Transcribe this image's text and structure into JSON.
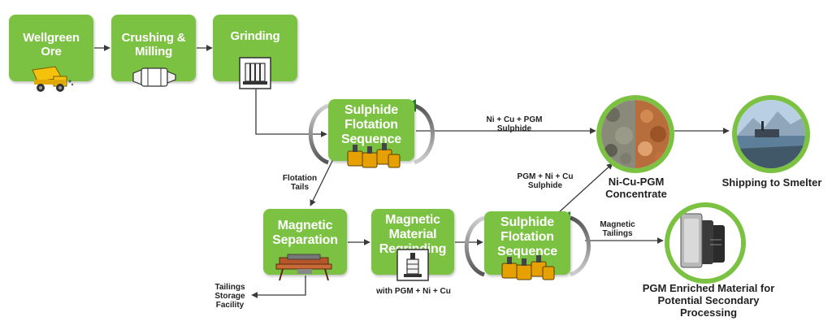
{
  "boxes": {
    "ore": "Wellgreen Ore",
    "crushing": "Crushing & Milling",
    "grinding": "Grinding",
    "flotation1": "Sulphide Flotation Sequence",
    "magsep": "Magnetic Separation",
    "regrind": "Magnetic Material Regrinding",
    "flotation2": "Sulphide Flotation Sequence"
  },
  "labels": {
    "sulphide1": "Ni + Cu + PGM Sulphide",
    "flotation_tails": "Flotation Tails",
    "tailings_storage": "Tailings Storage Facility",
    "with_pgm": "with PGM + Ni + Cu",
    "sulphide2": "PGM + Ni + Cu Sulphide",
    "magnetic_tailings": "Magnetic Tailings"
  },
  "outputs": {
    "concentrate": "Ni-Cu-PGM Concentrate",
    "shipping": "Shipping to Smelter",
    "pgm_enriched": "PGM Enriched Material for Potential Secondary Processing"
  },
  "colors": {
    "box_green": "#7bc242",
    "arrow": "#3a3a3a",
    "accent_dark_green": "#2e7d32"
  }
}
